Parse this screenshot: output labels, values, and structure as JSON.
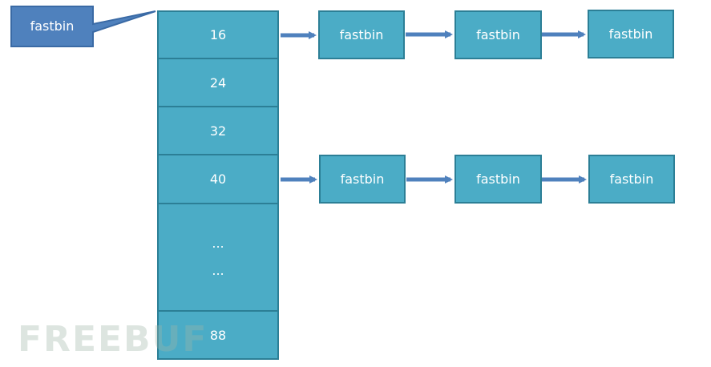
{
  "callout": {
    "label": "fastbin"
  },
  "bins": [
    {
      "label": "16"
    },
    {
      "label": "24"
    },
    {
      "label": "32"
    },
    {
      "label": "40"
    },
    {
      "label": "...\n..."
    },
    {
      "label": "88"
    }
  ],
  "chains": [
    {
      "from_bin": "16",
      "nodes": [
        "fastbin",
        "fastbin",
        "fastbin"
      ]
    },
    {
      "from_bin": "40",
      "nodes": [
        "fastbin",
        "fastbin",
        "fastbin"
      ]
    }
  ],
  "watermark": "FREEBUF",
  "colors": {
    "cell_fill": "#4bacc6",
    "cell_border": "#2c7f96",
    "callout_fill": "#4f81bd",
    "arrow": "#4f81bd"
  }
}
